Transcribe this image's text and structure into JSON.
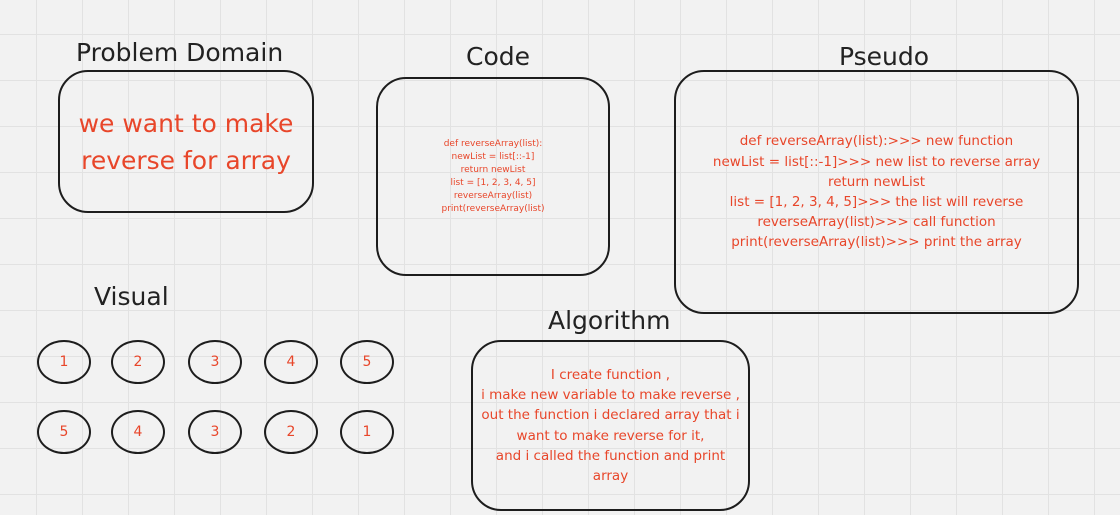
{
  "problem": {
    "title": "Problem Domain",
    "lines": [
      "we want to make",
      "reverse for array"
    ]
  },
  "code": {
    "title": "Code",
    "lines": [
      "def reverseArray(list):",
      "",
      "newList = list[::-1]",
      "return newList",
      "",
      "",
      "list = [1, 2, 3, 4, 5]",
      "reverseArray(list)",
      "print(reverseArray(list)"
    ]
  },
  "pseudo": {
    "title": "Pseudo",
    "lines": [
      "def reverseArray(list):>>> new function",
      "",
      "newList = list[::-1]>>> new list to reverse array",
      "return newList",
      "",
      "",
      "list = [1, 2, 3, 4, 5]>>> the list will reverse",
      "reverseArray(list)>>> call function",
      "print(reverseArray(list)>>> print the array"
    ]
  },
  "visual": {
    "title": "Visual",
    "row1": [
      "1",
      "2",
      "3",
      "4",
      "5"
    ],
    "row2": [
      "5",
      "4",
      "3",
      "2",
      "1"
    ]
  },
  "algorithm": {
    "title": "Algorithm",
    "lines": [
      "I create function ,",
      "i make new variable to make reverse ,",
      "out the function i declared array that i",
      "want to make reverse for it,",
      "and i called the function and print",
      "array"
    ]
  },
  "colors": {
    "text_accent": "#e8462a",
    "outline": "#1d1d1d",
    "heading": "#222222",
    "background": "#f2f2f2"
  }
}
